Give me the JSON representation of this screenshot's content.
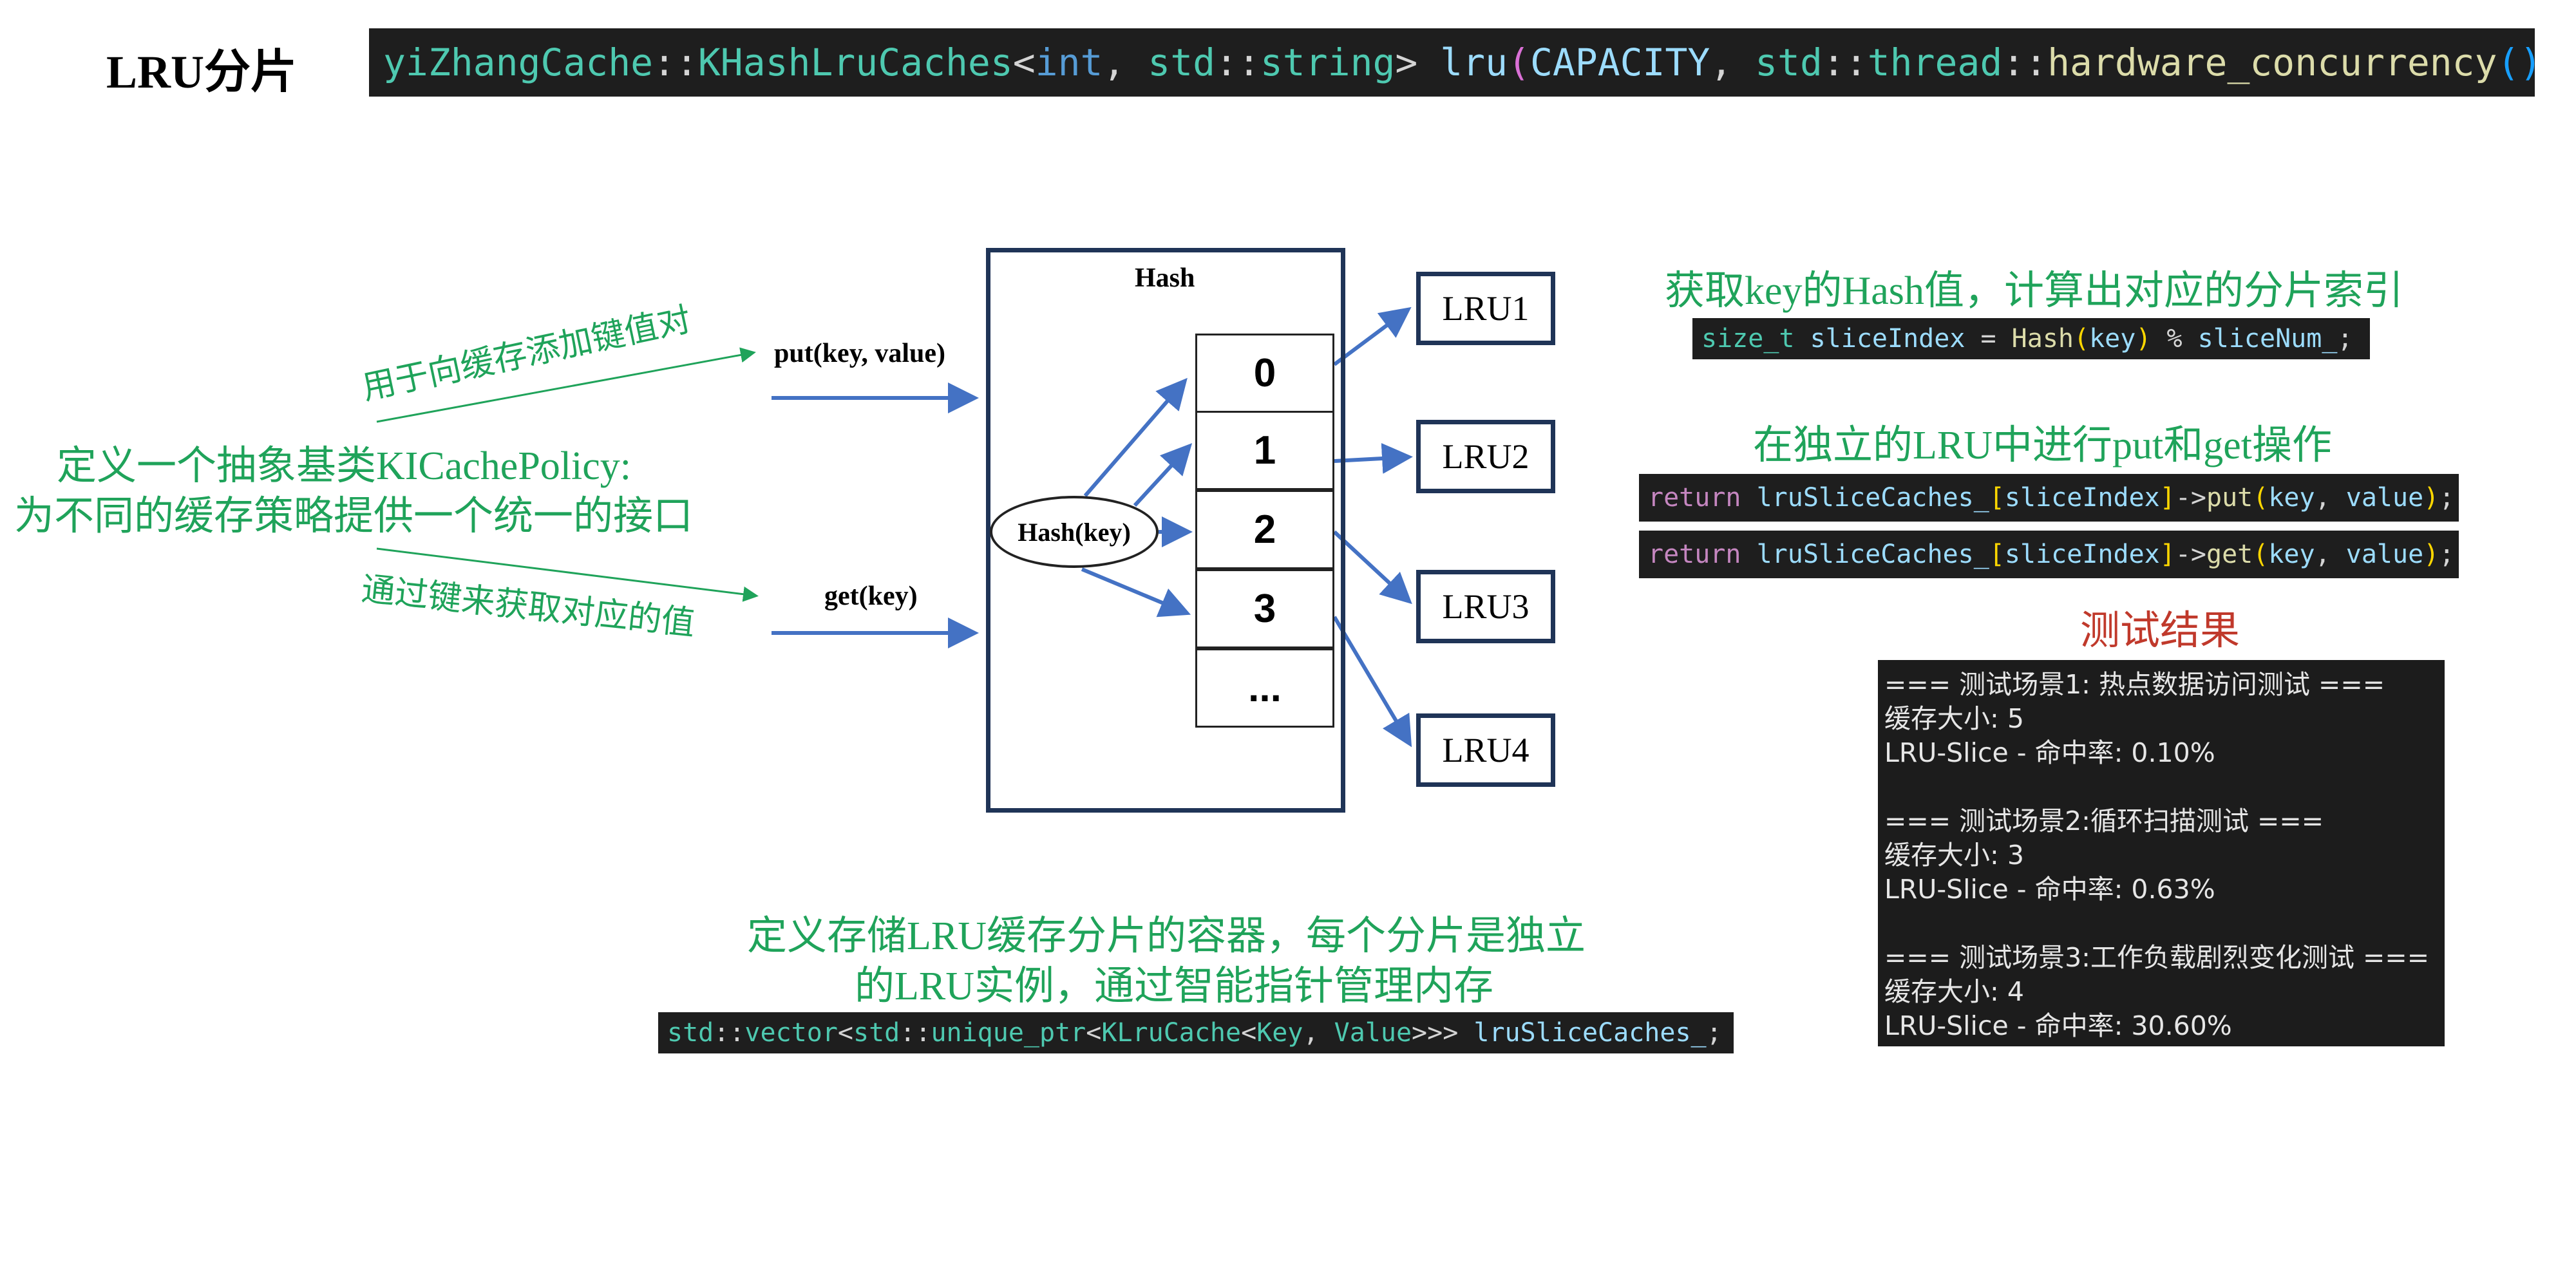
{
  "title": "LRU分片",
  "code_top": {
    "t1": "yiZhangCache",
    "t2": "::",
    "t3": "KHashLruCaches",
    "t4": "<",
    "t5": "int",
    "t6": ", ",
    "t7": "std",
    "t8": "::",
    "t9": "string",
    "t10": "> ",
    "t11": "lru",
    "t12": "(",
    "t13": "CAPACITY",
    "t14": ", ",
    "t15": "std",
    "t16": "::",
    "t17": "thread",
    "t18": "::",
    "t19": "hardware_concurrency",
    "t20": "(",
    "t21": ")",
    "t22": ")",
    "t23": ";"
  },
  "left": {
    "policy_line1": "定义一个抽象基类KICachePolicy:",
    "policy_line2": "为不同的缓存策略提供一个统一的接口",
    "put_note": "用于向缓存添加键值对",
    "get_note": "通过键来获取对应的值"
  },
  "diagram": {
    "put_label": "put(key, value)",
    "get_label": "get(key)",
    "hash_title": "Hash",
    "hash_key": "Hash(key)",
    "slots": [
      "0",
      "1",
      "2",
      "3",
      "..."
    ],
    "lrus": [
      "LRU1",
      "LRU2",
      "LRU3",
      "LRU4"
    ]
  },
  "right": {
    "index_note": "获取key的Hash值，计算出对应的分片索引",
    "index_code": {
      "a": "size_t",
      "b": " sliceIndex",
      "c": " = ",
      "d": "Hash",
      "e": "(",
      "f": "key",
      "g": ")",
      "h": " % ",
      "i": "sliceNum_",
      "j": ";"
    },
    "op_note": "在独立的LRU中进行put和get操作",
    "put_code": {
      "a": "return",
      "b": " lruSliceCaches_",
      "c": "[",
      "d": "sliceIndex",
      "e": "]",
      "f": "->",
      "g": "put",
      "h": "(",
      "i": "key",
      "j": ", ",
      "k": "value",
      "l": ")",
      "m": ";"
    },
    "get_code": {
      "a": "return",
      "b": " lruSliceCaches_",
      "c": "[",
      "d": "sliceIndex",
      "e": "]",
      "f": "->",
      "g": "get",
      "h": "(",
      "i": "key",
      "j": ", ",
      "k": "value",
      "l": ")",
      "m": ";"
    }
  },
  "results": {
    "heading": "测试结果",
    "lines": [
      "=== 测试场景1: 热点数据访问测试 ===",
      "缓存大小: 5",
      "LRU-Slice - 命中率: 0.10%",
      "",
      "=== 测试场景2:循环扫描测试 ===",
      "缓存大小: 3",
      "LRU-Slice - 命中率: 0.63%",
      "",
      "=== 测试场景3:工作负载剧烈变化测试 ===",
      "缓存大小: 4",
      "LRU-Slice - 命中率: 30.60%"
    ]
  },
  "bottom": {
    "container_note_line1": "定义存储LRU缓存分片的容器，每个分片是独立",
    "container_note_line2": "的LRU实例，通过智能指针管理内存",
    "vector_code": {
      "a": "std",
      "b": "::",
      "c": "vector",
      "d": "<",
      "e": "std",
      "f": "::",
      "g": "unique_ptr",
      "h": "<",
      "i": "KLruCache",
      "j": "<",
      "k": "Key",
      "l": ", ",
      "m": "Value",
      "n": ">>>",
      "o": " lruSliceCaches_",
      "p": ";"
    }
  },
  "colors": {
    "green": "#1fa35a",
    "arrow": "#4472c4",
    "box_border": "#1f3457",
    "code_bg": "#1e1e1e",
    "red": "#c0392b"
  }
}
